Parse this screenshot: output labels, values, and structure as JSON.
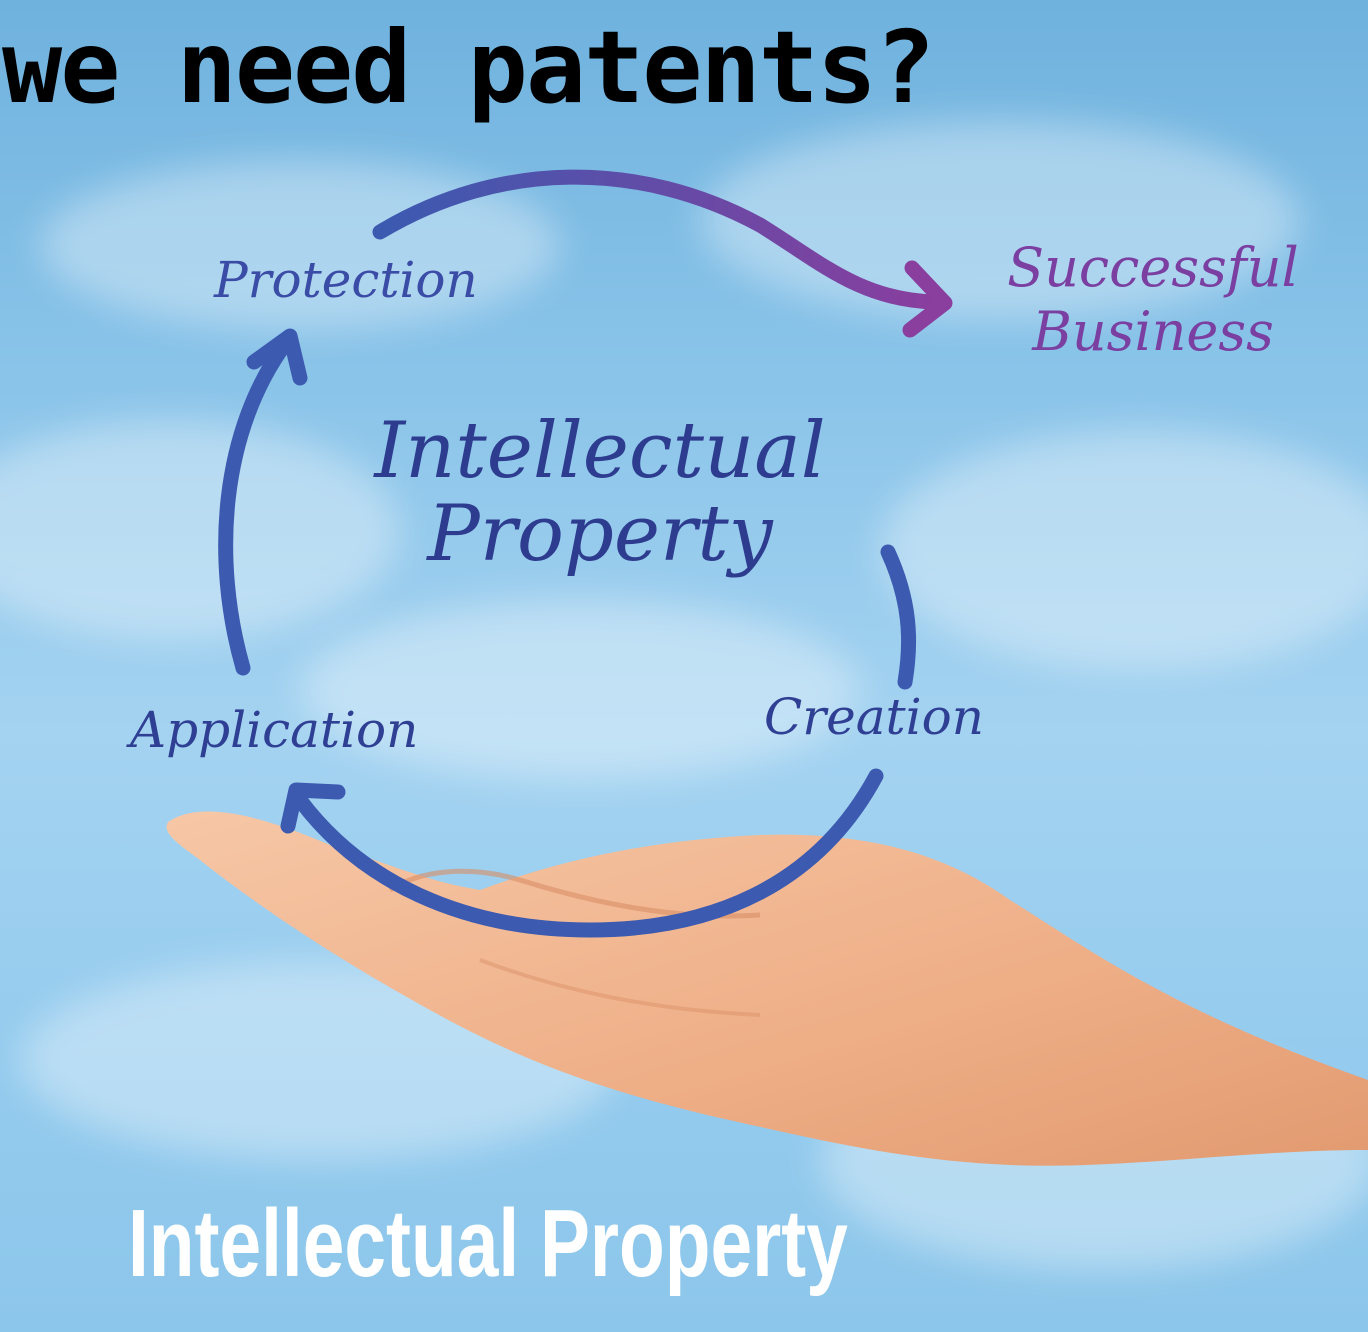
{
  "headline": "we need patents?",
  "diagram": {
    "center_line1": "Intellectual",
    "center_line2": "Property",
    "protection": "Protection",
    "success_line1": "Successful",
    "success_line2": "Business",
    "application": "Application",
    "creation": "Creation"
  },
  "caption": "Intellectual Property",
  "colors": {
    "sky": "#8cc6ea",
    "arrow_blue": "#3b5ab0",
    "arrow_purple": "#7a3fa0",
    "skin": "#f2b893"
  }
}
